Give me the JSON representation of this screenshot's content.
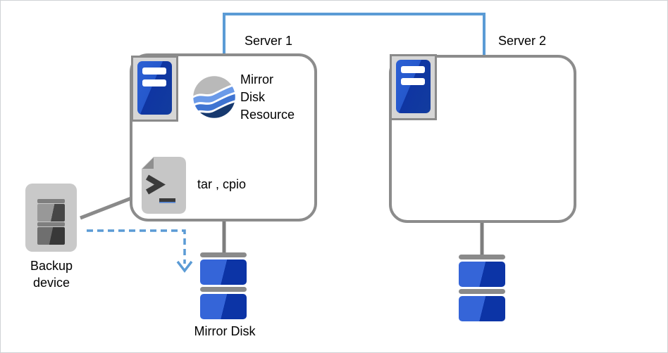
{
  "diagram": {
    "server1": {
      "title": "Server 1"
    },
    "server2": {
      "title": "Server 2"
    },
    "mirror_disk_resource": {
      "label": "Mirror\nDisk\nResource"
    },
    "backup_command": {
      "label": "tar , cpio"
    },
    "backup_device": {
      "label": "Backup\ndevice"
    },
    "mirror_disk": {
      "label": "Mirror Disk"
    },
    "icons": {
      "server_tower": "server-tower-icon",
      "mirror_disk_resource_globe": "mirror-disk-resource-icon",
      "shell_script": "shell-script-icon",
      "backup_device": "backup-device-icon",
      "mirror_disk": "mirror-disk-icon"
    },
    "colors": {
      "interconnect_blue": "#5b9bd5",
      "connector_gray": "#7d7d7d",
      "box_border_gray": "#8c8c8c",
      "disk_blue_light": "#3565d8",
      "disk_blue_dark": "#0c34a6",
      "tower_blue_light": "#2c60d4",
      "tower_blue_dark": "#0f35a2",
      "globe_gray": "#b9b9b9",
      "globe_blue_light": "#6b9ae8",
      "globe_blue_mid": "#3f74d2",
      "globe_blue_dark": "#16386e",
      "dashed_arrow_blue": "#5b9bd5"
    }
  }
}
